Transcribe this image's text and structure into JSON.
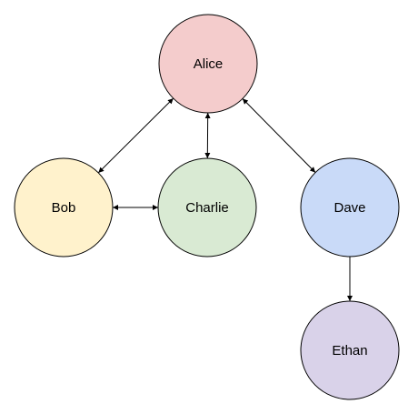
{
  "nodes": [
    {
      "id": "alice",
      "label": "Alice",
      "color": "#f4cccc"
    },
    {
      "id": "bob",
      "label": "Bob",
      "color": "#fff2cc"
    },
    {
      "id": "charlie",
      "label": "Charlie",
      "color": "#d9ead3"
    },
    {
      "id": "dave",
      "label": "Dave",
      "color": "#c9daf8"
    },
    {
      "id": "ethan",
      "label": "Ethan",
      "color": "#d9d2e9"
    }
  ],
  "edges": [
    {
      "from": "alice",
      "to": "bob",
      "direction": "both"
    },
    {
      "from": "alice",
      "to": "charlie",
      "direction": "both"
    },
    {
      "from": "alice",
      "to": "dave",
      "direction": "both"
    },
    {
      "from": "bob",
      "to": "charlie",
      "direction": "both"
    },
    {
      "from": "dave",
      "to": "ethan",
      "direction": "forward"
    }
  ]
}
